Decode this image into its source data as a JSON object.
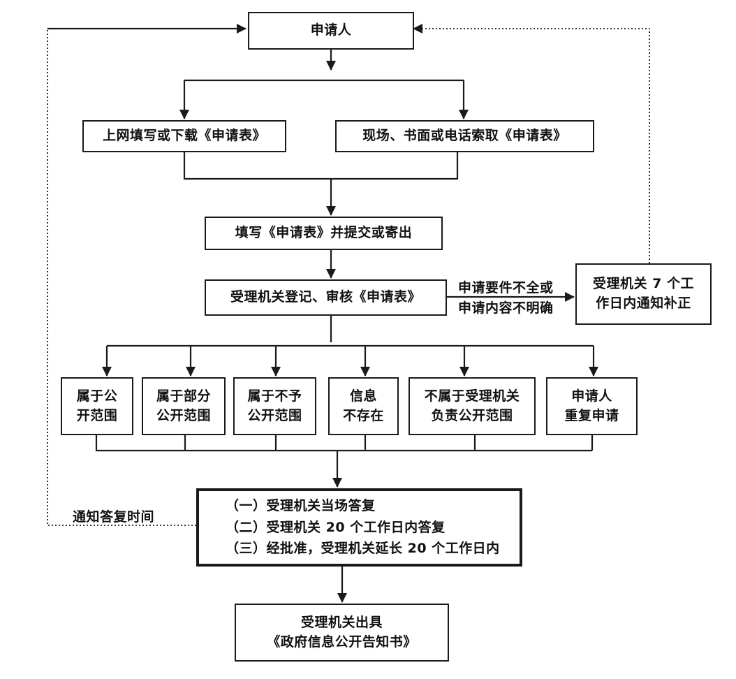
{
  "nodes": {
    "applicant": "申请人",
    "download_form": "上网填写或下载《申请表》",
    "onsite_form": "现场、书面或电话索取《申请表》",
    "submit_form": "填写《申请表》并提交或寄出",
    "register_review": "受理机关登记、审核《申请表》",
    "notify_correction": [
      "受理机关 7 个工",
      "作日内通知补正"
    ],
    "cat_public": [
      "属于公",
      "开范围"
    ],
    "cat_partial": [
      "属于部分",
      "公开范围"
    ],
    "cat_not_public": [
      "属于不予",
      "公开范围"
    ],
    "cat_not_exist": [
      "信息",
      "不存在"
    ],
    "cat_not_responsible": [
      "不属于受理机关",
      "负责公开范围"
    ],
    "cat_repeat": [
      "申请人",
      "重复申请"
    ],
    "reply_options": [
      "（一）受理机关当场答复",
      "（二）受理机关 20 个工作日内答复",
      "（三）经批准，受理机关延长 20 个工作日内"
    ],
    "issue_notice": [
      "受理机关出具",
      "《政府信息公开告知书》"
    ]
  },
  "labels": {
    "incomplete": [
      "申请要件不全或",
      "申请内容不明确"
    ],
    "notify_time": "通知答复时间"
  },
  "colors": {
    "stroke": "#1a1a1a",
    "background": "#ffffff"
  }
}
